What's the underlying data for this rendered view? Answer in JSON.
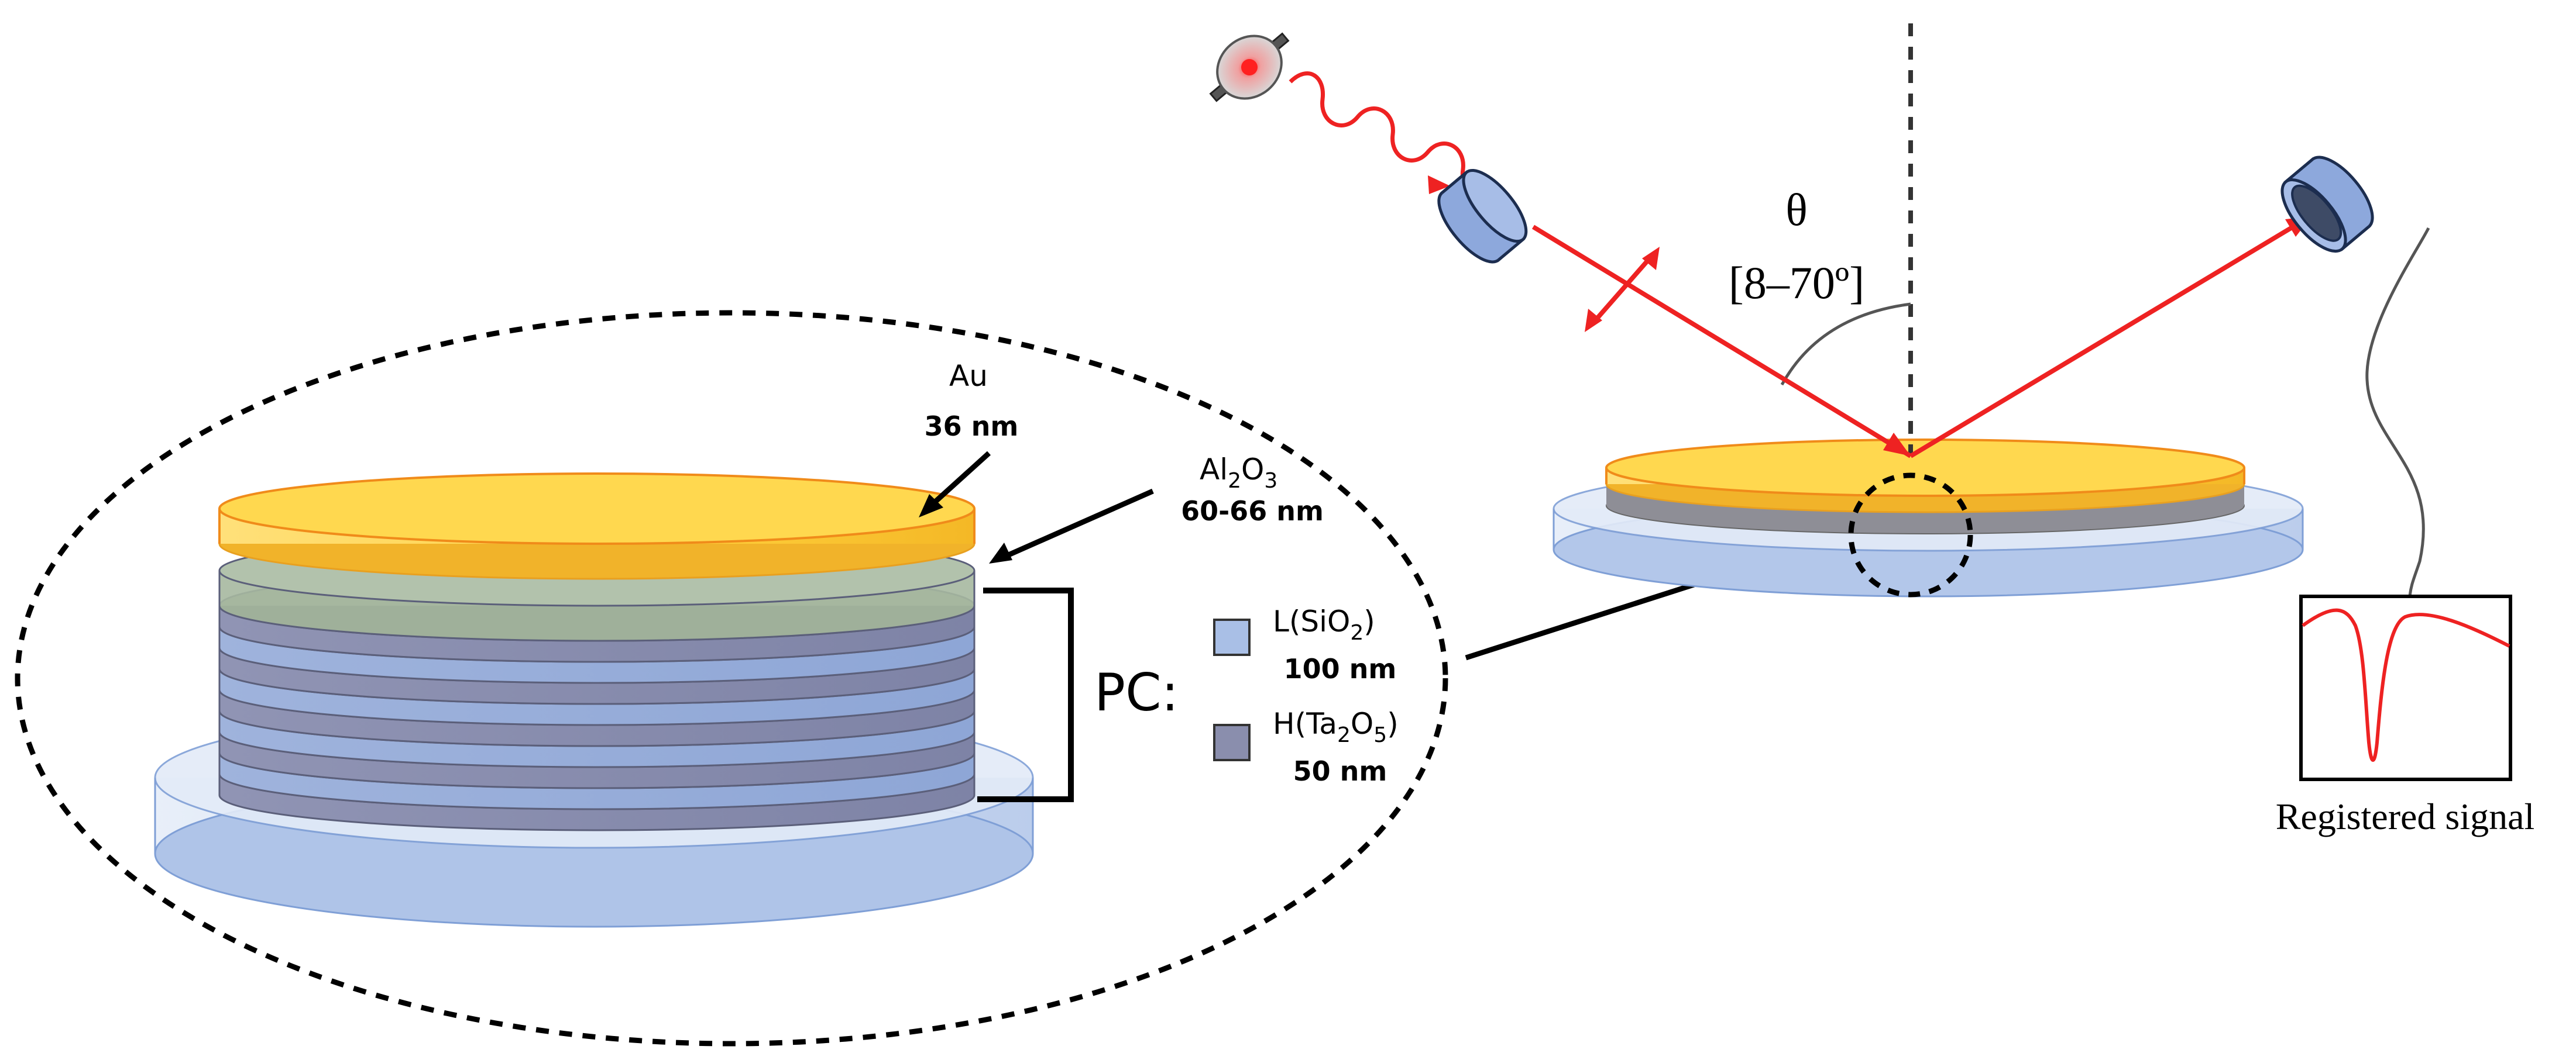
{
  "labels": {
    "au_name": "Au",
    "au_thickness": "36 nm",
    "al2o3_base": "Al",
    "al2o3_sub1": "2",
    "al2o3_mid": "O",
    "al2o3_sub2": "3",
    "al2o3_thickness": "60-66 nm",
    "pc_label": "PC:",
    "legend_l_prefix": "L(SiO",
    "legend_l_sub": "2",
    "legend_l_suffix": ")",
    "legend_l_thickness": "100 nm",
    "legend_h_prefix": "H(Ta",
    "legend_h_sub1": "2",
    "legend_h_mid": "O",
    "legend_h_sub2": "5",
    "legend_h_suffix": ")",
    "legend_h_thickness": "50 nm",
    "theta": "θ",
    "angle_range": "[8–70º]",
    "registered_signal": "Registered signal"
  },
  "colors": {
    "gold": "#FFD54A",
    "gold_edge": "#F2A30F",
    "al2o3": "#A6B8A0",
    "layer_l": "#A9BFE6",
    "layer_h": "#8A8EAD",
    "substrate": "#C7D6F0",
    "beam": "#EE2222",
    "bracket": "#000000"
  },
  "icons": {
    "lamp": "lamp-icon",
    "polarizer": "polarizer-icon",
    "detector": "detector-icon"
  }
}
